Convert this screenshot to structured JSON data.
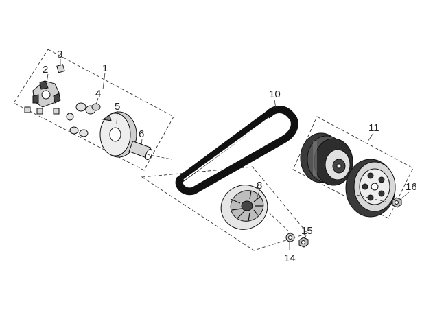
{
  "diagram": {
    "callouts": [
      {
        "id": "1",
        "label": "1"
      },
      {
        "id": "2",
        "label": "2"
      },
      {
        "id": "3",
        "label": "3"
      },
      {
        "id": "4",
        "label": "4"
      },
      {
        "id": "5",
        "label": "5"
      },
      {
        "id": "6",
        "label": "6"
      },
      {
        "id": "8",
        "label": "8"
      },
      {
        "id": "10",
        "label": "10"
      },
      {
        "id": "11",
        "label": "11"
      },
      {
        "id": "14",
        "label": "14"
      },
      {
        "id": "15",
        "label": "15"
      },
      {
        "id": "16",
        "label": "16"
      }
    ],
    "colors": {
      "line": "#111111",
      "fill_dark": "#2a2a2a",
      "fill_mid": "#9a9a9a",
      "fill_light": "#e8e8e8"
    }
  }
}
